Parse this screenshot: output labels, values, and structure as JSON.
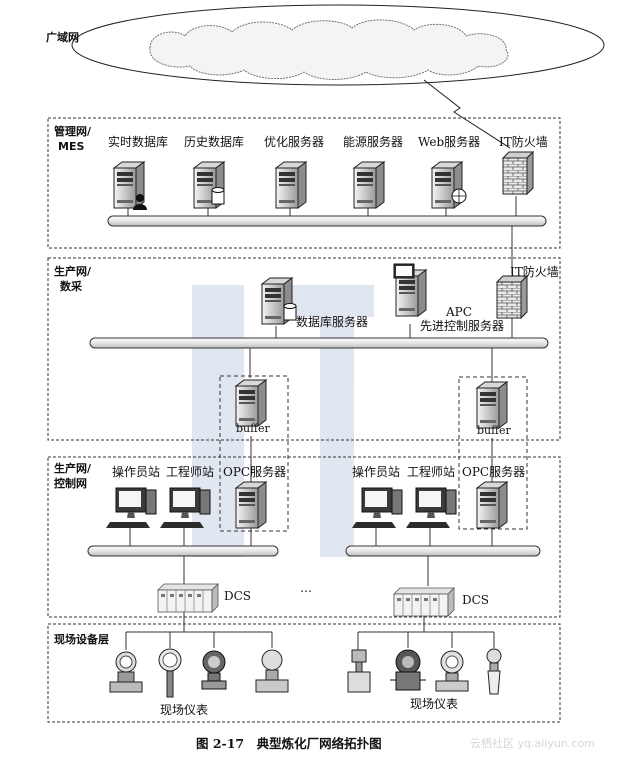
{
  "wan": {
    "label": "广域网"
  },
  "zones": {
    "mes": {
      "label_line1": "管理网/",
      "label_line2": "MES"
    },
    "production": {
      "label_line1": "生产网/",
      "label_line2": "数采"
    },
    "control": {
      "label_line1": "生产网/",
      "label_line2": "控制网"
    },
    "field": {
      "label": "现场设备层"
    }
  },
  "mes_nodes": [
    "实时数据库",
    "历史数据库",
    "优化服务器",
    "能源服务器",
    "Web服务器",
    "IT防火墙"
  ],
  "production_nodes": {
    "database_server": "数据库服务器",
    "apc_line1": "APC",
    "apc_line2": "先进控制服务器",
    "firewall": "IT防火墙"
  },
  "buffer_label": "buffer",
  "control_nodes": {
    "operator": "操作员站",
    "engineer": "工程师站",
    "opc": "OPC服务器",
    "dcs": "DCS",
    "ellipsis": "…"
  },
  "field_instruments_label": "现场仪表",
  "caption": "图 2-17　典型炼化厂网络拓扑图",
  "watermark": "云栖社区 yq.aliyun.com",
  "colors": {
    "line": "#333333",
    "bus_fill": "#f2f2f2",
    "device_dark": "#2b2b2b"
  }
}
